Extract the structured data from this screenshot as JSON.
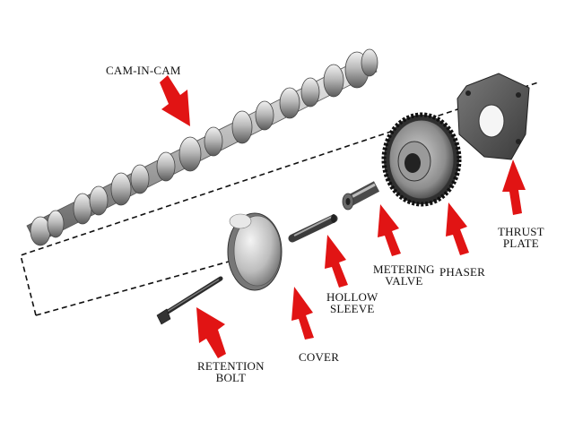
{
  "labels": {
    "cam_in_cam": "CAM-IN-CAM",
    "retention_bolt": [
      "RETENTION",
      "BOLT"
    ],
    "cover": "COVER",
    "hollow_sleeve": [
      "HOLLOW",
      "SLEEVE"
    ],
    "metering_valve": [
      "METERING",
      "VALVE"
    ],
    "phaser": "PHASER",
    "thrust_plate": [
      "THRUST",
      "PLATE"
    ]
  },
  "colors": {
    "arrow": "#e11414",
    "text": "#111111",
    "dashed_line": "#111111",
    "metal_light": "#d6d6d6",
    "metal_mid": "#9a9a9a",
    "metal_dark": "#4a4a4a"
  }
}
